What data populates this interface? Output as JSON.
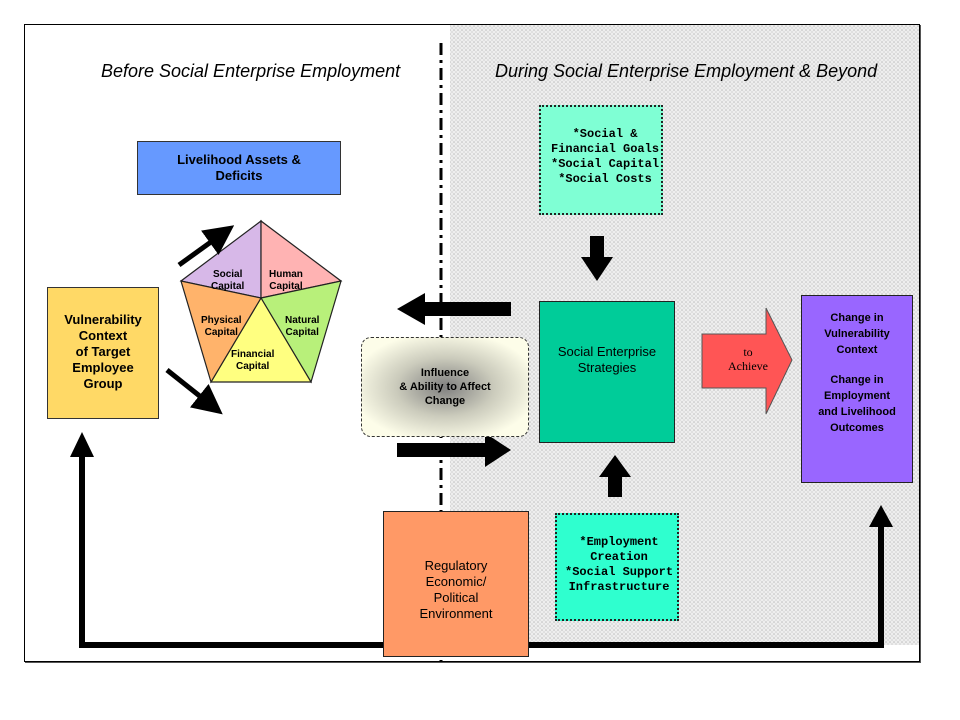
{
  "headings": {
    "before": "Before Social Enterprise Employment",
    "during": "During Social Enterprise Employment & Beyond"
  },
  "livelihood": {
    "line1": "Livelihood Assets &",
    "line2": "Deficits"
  },
  "pentagon": {
    "social": [
      "Social",
      "Capital"
    ],
    "human": [
      "Human",
      "Capital"
    ],
    "physical": [
      "Physical",
      "Capital"
    ],
    "natural": [
      "Natural",
      "Capital"
    ],
    "financial": [
      "Financial",
      "Capital"
    ]
  },
  "vulnerability": [
    "Vulnerability",
    "Context",
    "of Target",
    "Employee",
    "Group"
  ],
  "influence": [
    "Influence",
    "& Ability to Affect",
    "Change"
  ],
  "goals": [
    "*Social  &",
    "Financial Goals",
    "*Social Capital",
    "*Social Costs"
  ],
  "strategies": [
    "Social Enterprise",
    "Strategies"
  ],
  "achieve": [
    "to",
    "Achieve"
  ],
  "change": [
    "Change in",
    "Vulnerability",
    "Context",
    "",
    "Change in",
    "Employment",
    "and Livelihood",
    "Outcomes"
  ],
  "employment": [
    "*Employment",
    "Creation",
    "*Social Support",
    "Infrastructure"
  ],
  "regulatory": [
    "Regulatory",
    "Economic/",
    "Political",
    "Environment"
  ],
  "colors": {
    "livelihood": "#6699ff",
    "vulnerability": "#ffd966",
    "strategies": "#00cc99",
    "goals": "#7fffd4",
    "employment": "#2fffcf",
    "change": "#9966ff",
    "regulatory": "#ff9966",
    "achieve": "#ff5555",
    "social": "#d7b8e8",
    "human": "#ffb3b3",
    "physical": "#ffb36b",
    "natural": "#b8f07a",
    "financial": "#ffff80"
  }
}
